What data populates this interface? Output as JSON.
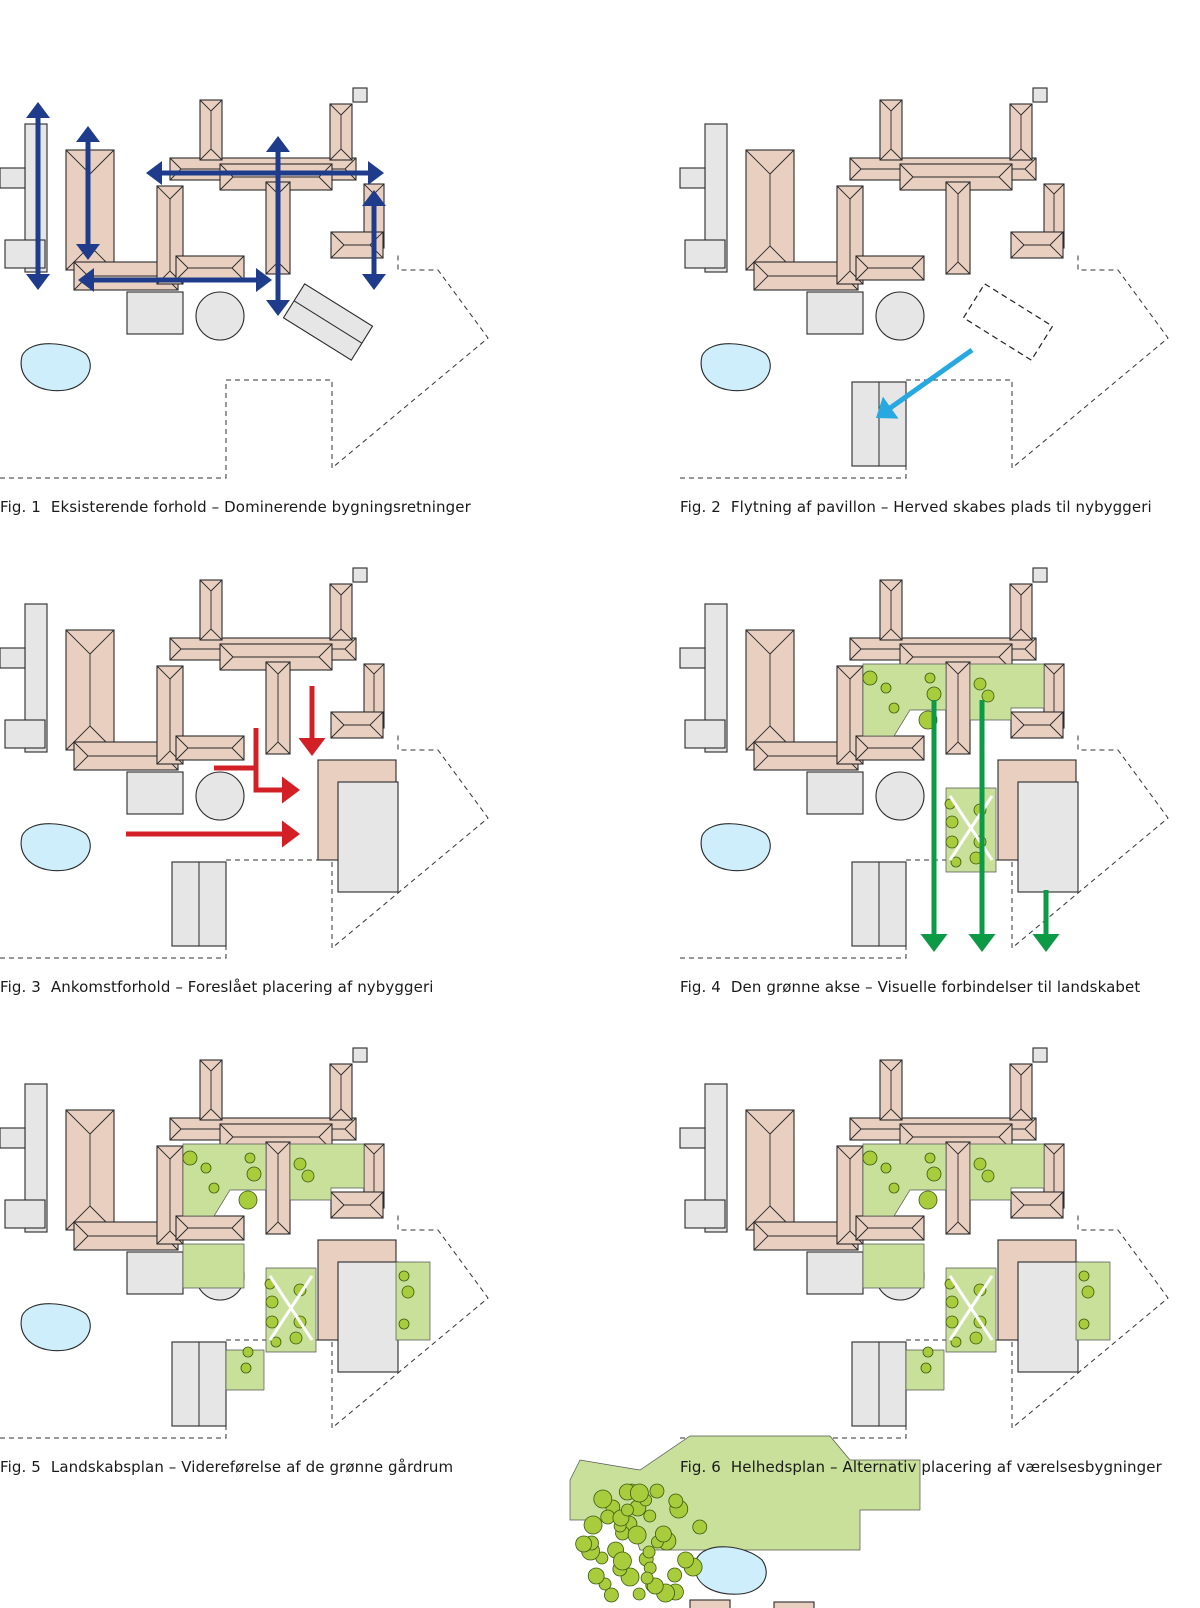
{
  "figures": [
    {
      "number": "Fig. 1",
      "caption": "Eksisterende forhold – Dominerende bygningsretninger"
    },
    {
      "number": "Fig. 2",
      "caption": "Flytning af pavillon – Herved skabes plads til nybyggeri"
    },
    {
      "number": "Fig. 3",
      "caption": "Ankomstforhold – Foreslået placering af nybyggeri"
    },
    {
      "number": "Fig. 4",
      "caption": "Den grønne akse – Visuelle forbindelser til landskabet"
    },
    {
      "number": "Fig. 5",
      "caption": "Landskabsplan – Videreførelse af de grønne gårdrum"
    },
    {
      "number": "Fig. 6",
      "caption": "Helhedsplan – Alternativ placering af værelsesbygninger"
    }
  ],
  "colors": {
    "building_pink": "#e8cfc0",
    "building_grey": "#e6e6e6",
    "water": "#cdeefa",
    "green_area": "#c8e09a",
    "tree": "#a8cc3c",
    "arrow_blue": "#1f3c8c",
    "arrow_light_blue": "#27a8e0",
    "arrow_red": "#d32027",
    "arrow_green": "#0d9a46"
  }
}
